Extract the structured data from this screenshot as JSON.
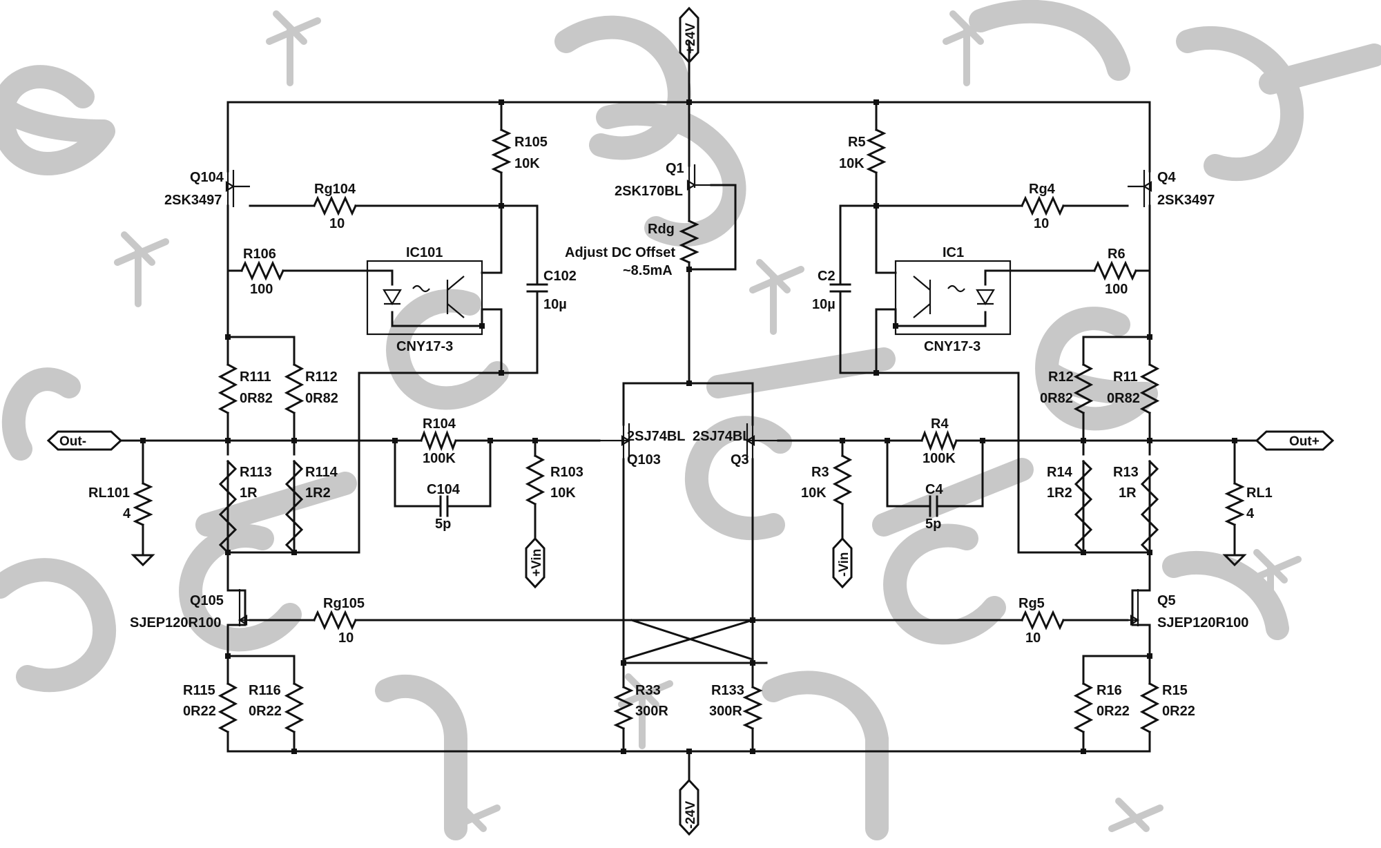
{
  "ports": {
    "vpos": "+24V",
    "vneg": "-24V",
    "out_neg": "Out-",
    "out_pos": "Out+",
    "vin_pos": "+Vin",
    "vin_neg": "-Vin"
  },
  "left": {
    "q104_ref": "Q104",
    "q104_val": "2SK3497",
    "r105_ref": "R105",
    "r105_val": "10K",
    "rg104_ref": "Rg104",
    "rg104_val": "10",
    "r106_ref": "R106",
    "r106_val": "100",
    "ic101_ref": "IC101",
    "ic101_val": "CNY17-3",
    "c102_ref": "C102",
    "c102_val": "10µ",
    "r111_ref": "R111",
    "r111_val": "0R82",
    "r112_ref": "R112",
    "r112_val": "0R82",
    "r104_ref": "R104",
    "r104_val": "100K",
    "c104_ref": "C104",
    "c104_val": "5p",
    "r103_ref": "R103",
    "r103_val": "10K",
    "r113_ref": "R113",
    "r113_val": "1R",
    "r114_ref": "R114",
    "r114_val": "1R2",
    "rl101_ref": "RL101",
    "rl101_val": "4",
    "q105_ref": "Q105",
    "q105_val": "SJEP120R100",
    "rg105_ref": "Rg105",
    "rg105_val": "10",
    "r115_ref": "R115",
    "r115_val": "0R22",
    "r116_ref": "R116",
    "r116_val": "0R22"
  },
  "center": {
    "q1_ref": "Q1",
    "q1_val": "2SK170BL",
    "rdg_ref": "Rdg",
    "rdg_note1": "Adjust DC Offset",
    "rdg_note2": "~8.5mA",
    "q103_val": "2SJ74BL",
    "q103_ref": "Q103",
    "q3_val": "2SJ74BL",
    "q3_ref": "Q3",
    "r33_ref": "R33",
    "r33_val": "300R",
    "r133_ref": "R133",
    "r133_val": "300R"
  },
  "right": {
    "q4_ref": "Q4",
    "q4_val": "2SK3497",
    "r5_ref": "R5",
    "r5_val": "10K",
    "rg4_ref": "Rg4",
    "rg4_val": "10",
    "r6_ref": "R6",
    "r6_val": "100",
    "ic1_ref": "IC1",
    "ic1_val": "CNY17-3",
    "c2_ref": "C2",
    "c2_val": "10µ",
    "r11_ref": "R11",
    "r11_val": "0R82",
    "r12_ref": "R12",
    "r12_val": "0R82",
    "r4_ref": "R4",
    "r4_val": "100K",
    "c4_ref": "C4",
    "c4_val": "5p",
    "r3_ref": "R3",
    "r3_val": "10K",
    "r13_ref": "R13",
    "r13_val": "1R",
    "r14_ref": "R14",
    "r14_val": "1R2",
    "rl1_ref": "RL1",
    "rl1_val": "4",
    "q5_ref": "Q5",
    "q5_val": "SJEP120R100",
    "rg5_ref": "Rg5",
    "rg5_val": "10",
    "r15_ref": "R15",
    "r15_val": "0R22",
    "r16_ref": "R16",
    "r16_val": "0R22"
  },
  "colors": {
    "ink": "#111111",
    "watermark": "#c8c8c8",
    "background": "#ffffff"
  }
}
